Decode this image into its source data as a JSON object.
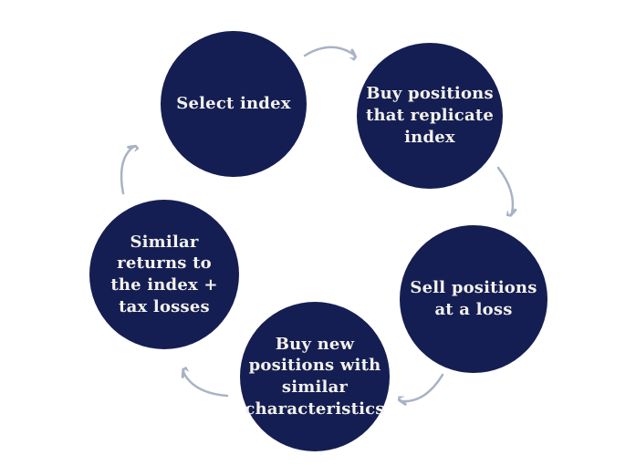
{
  "diagram": {
    "type": "circular-process-flow",
    "direction": "clockwise",
    "colors": {
      "background": "#ffffff",
      "circle_fill": "#141e52",
      "label_text": "#f3f1ec",
      "arrow": "#a9b2c5"
    },
    "steps": [
      {
        "id": "select-index",
        "label": "Select index"
      },
      {
        "id": "buy-replicating-positions",
        "label": "Buy positions\nthat replicate\nindex"
      },
      {
        "id": "sell-positions-at-loss",
        "label": "Sell positions\nat a loss"
      },
      {
        "id": "buy-new-similar-positions",
        "label": "Buy new\npositions with\nsimilar\ncharacteristics"
      },
      {
        "id": "similar-returns-tax-losses",
        "label": "Similar\nreturns to\nthe index +\ntax losses"
      }
    ],
    "connections": [
      {
        "from": "select-index",
        "to": "buy-replicating-positions"
      },
      {
        "from": "buy-replicating-positions",
        "to": "sell-positions-at-loss"
      },
      {
        "from": "sell-positions-at-loss",
        "to": "buy-new-similar-positions"
      },
      {
        "from": "buy-new-similar-positions",
        "to": "similar-returns-tax-losses"
      },
      {
        "from": "similar-returns-tax-losses",
        "to": "select-index"
      }
    ]
  }
}
